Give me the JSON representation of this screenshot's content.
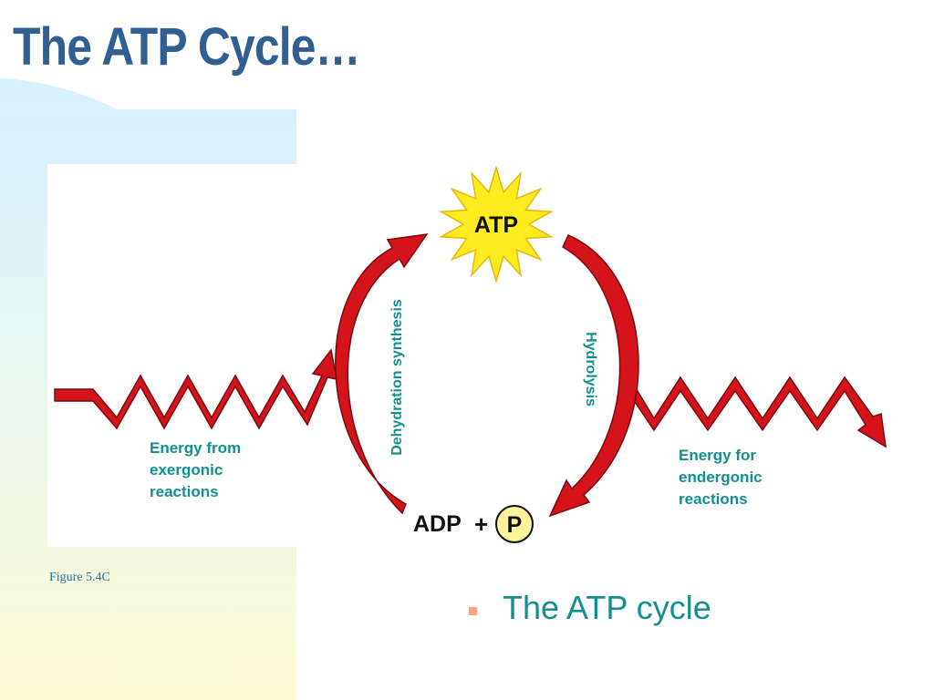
{
  "slide": {
    "title": "The ATP Cycle…",
    "figure_label": "Figure 5.4C",
    "bullet_text": "The ATP cycle"
  },
  "diagram": {
    "atp_label": "ATP",
    "adp_label": "ADP",
    "plus_sign": "+",
    "phosphate_label": "P",
    "left_arc_label": "Dehydration synthesis",
    "right_arc_label": "Hydrolysis",
    "input_energy_lines": [
      "Energy from",
      "exergonic",
      "reactions"
    ],
    "output_energy_lines": [
      "Energy for",
      "endergonic",
      "reactions"
    ]
  },
  "colors": {
    "title": "#2f5f93",
    "arrow_fill": "#d4131b",
    "arrow_edge": "#7a0a0f",
    "label_teal": "#138f8f",
    "starburst_fill": "#ffec20",
    "starburst_edge": "#e8b60a",
    "phosphate_fill": "#fff49c",
    "bg_left_panel": "#fcfbd8",
    "bg_circle_top": "#cfeefe"
  }
}
